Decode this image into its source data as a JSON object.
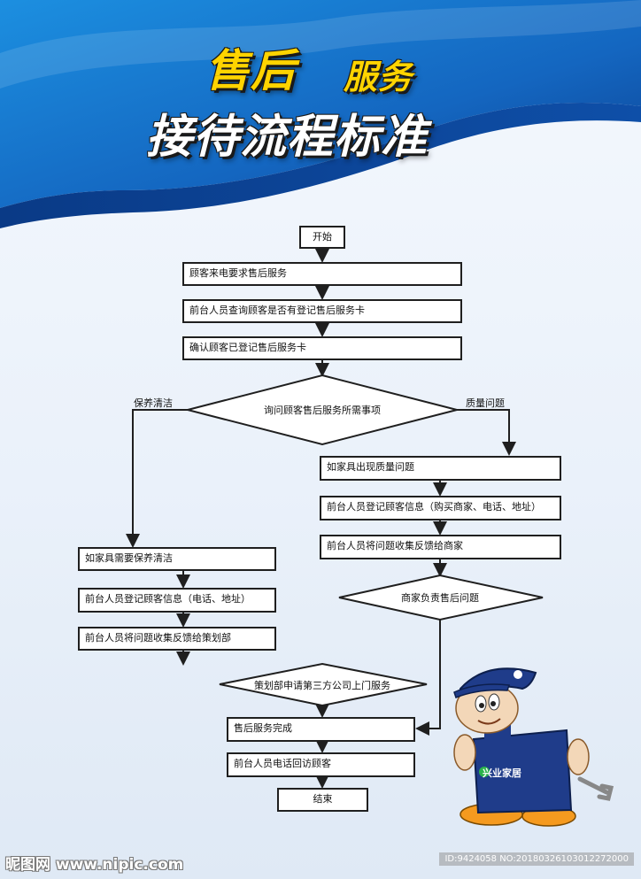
{
  "title": {
    "line1_a": "售后",
    "line1_b": "服务",
    "line2": "接待流程标准"
  },
  "flow": {
    "start": "开始",
    "step1": "顾客来电要求售后服务",
    "step2": "前台人员查询顾客是否有登记售后服务卡",
    "step3": "确认顾客已登记售后服务卡",
    "decision1": "询问顾客售后服务所需事项",
    "branch_left": "保养清洁",
    "branch_right": "质量问题",
    "right1": "如家具出现质量问题",
    "right2": "前台人员登记顾客信息（购买商家、电话、地址）",
    "right3": "前台人员将问题收集反馈给商家",
    "decision_right": "商家负责售后问题",
    "left1": "如家具需要保养清洁",
    "left2": "前台人员登记顾客信息（电话、地址）",
    "left3": "前台人员将问题收集反馈给策划部",
    "decision_left": "策划部申请第三方公司上门服务",
    "done": "售后服务完成",
    "callback": "前台人员电话回访顾客",
    "end": "结束"
  },
  "mascot_label": "兴业家居",
  "watermark": {
    "left": "昵图网 www.nipic.com",
    "right": "ID:9424058 NO:20180326103012272000"
  },
  "colors": {
    "banner_dark": "#0b3f8f",
    "banner_light": "#1c8fe0",
    "title_yellow": "#ffd400"
  }
}
